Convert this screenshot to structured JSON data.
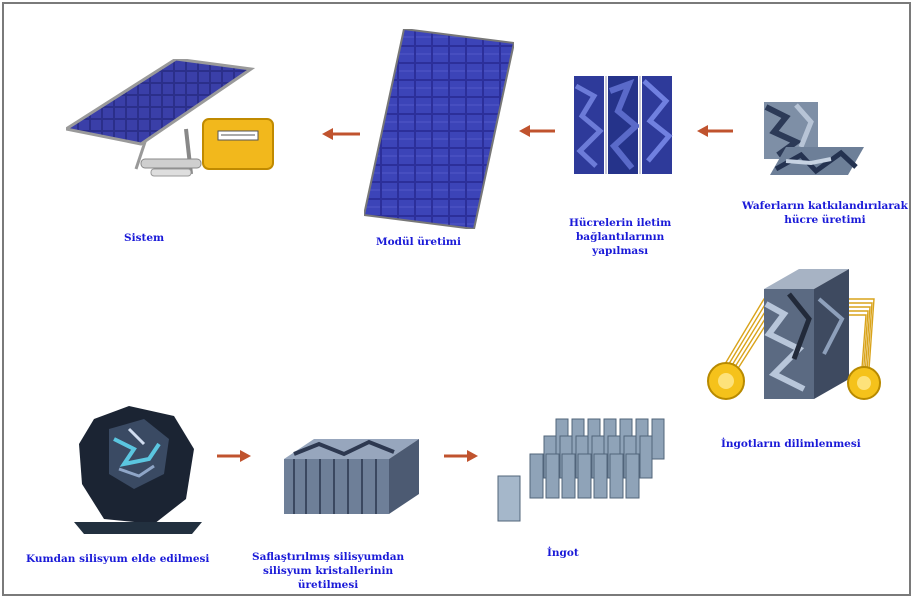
{
  "labels": {
    "sistem": "Sistem",
    "modul": "Modül üretimi",
    "hucre_line1": "Hücrelerin iletim",
    "hucre_line2": "bağlantılarının",
    "hucre_line3": "yapılması",
    "wafer_line1": "Waferların katkılandırılarak",
    "wafer_line2": "hücre üretimi",
    "ingot_dilim": "İngotların dilimlenmesi",
    "kum_line1": "Kumdan silisyum elde edilmesi",
    "saf_line1": "Saflaştırılmış silisyumdan",
    "saf_line2": "silisyum kristallerinin",
    "saf_line3": "üretilmesi",
    "ingot": "İngot"
  },
  "colors": {
    "label_text": "#1a1ad8",
    "arrow": "#c0532e",
    "panel_blue": "#2b2f8a",
    "inverter_yellow": "#f2b81c"
  },
  "icons": {
    "system": "solar-system-icon",
    "module": "solar-module-icon",
    "cells": "connected-cells-icon",
    "wafer": "wafer-icon",
    "wire_saw": "wire-saw-ingot-icon",
    "raw_silicon": "raw-silicon-icon",
    "crystal_block": "silicon-crystal-block-icon",
    "ingots": "ingots-icon"
  }
}
